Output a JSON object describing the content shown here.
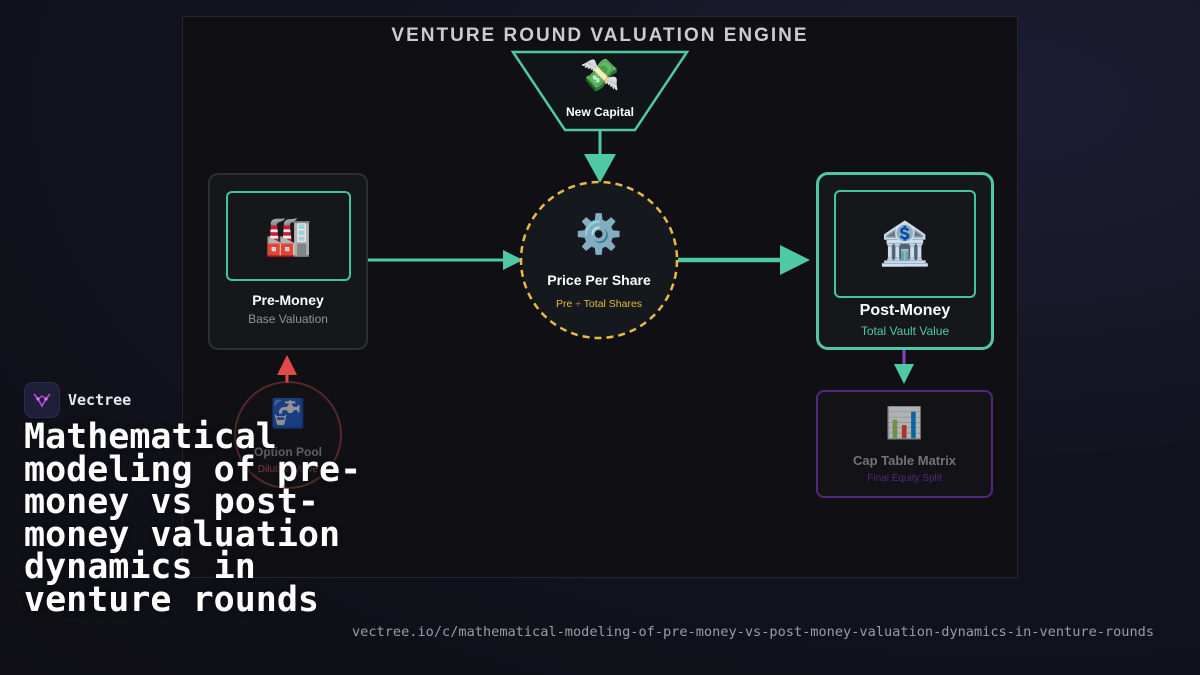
{
  "diagram": {
    "title": "VENTURE ROUND VALUATION ENGINE",
    "nodes": {
      "new_capital": {
        "icon": "money-with-wings-icon",
        "glyph": "💸",
        "label": "New Capital"
      },
      "pre_money": {
        "icon": "factory-icon",
        "glyph": "🏭",
        "label": "Pre-Money",
        "sublabel": "Base Valuation"
      },
      "price_per_share": {
        "icon": "gear-icon",
        "glyph": "⚙️",
        "label": "Price Per Share",
        "sublabel": "Pre ÷ Total Shares"
      },
      "post_money": {
        "icon": "bank-icon",
        "glyph": "🏦",
        "label": "Post-Money",
        "sublabel": "Total Vault Value"
      },
      "cap_table": {
        "icon": "bar-chart-icon",
        "glyph": "📊",
        "label": "Cap Table Matrix",
        "sublabel": "Final Equity Split"
      },
      "option_pool": {
        "icon": "faucet-icon",
        "glyph": "🚰",
        "label": "Option Pool",
        "sublabel": "Dilution Valve"
      }
    },
    "edges": [
      {
        "from": "new_capital",
        "to": "price_per_share"
      },
      {
        "from": "pre_money",
        "to": "price_per_share"
      },
      {
        "from": "price_per_share",
        "to": "post_money"
      },
      {
        "from": "post_money",
        "to": "cap_table"
      },
      {
        "from": "option_pool",
        "to": "pre_money"
      }
    ],
    "colors": {
      "primary": "#4ec9a2",
      "accent_gold": "#e8b949",
      "purple": "#8a3fc0",
      "red": "#e04a4a"
    }
  },
  "brand": {
    "name": "Vectree",
    "logo_icon": "vectree-logo-icon"
  },
  "headline": "Mathematical modeling of pre-money vs post-money valuation dynamics in venture rounds",
  "url": "vectree.io/c/mathematical-modeling-of-pre-money-vs-post-money-valuation-dynamics-in-venture-rounds"
}
